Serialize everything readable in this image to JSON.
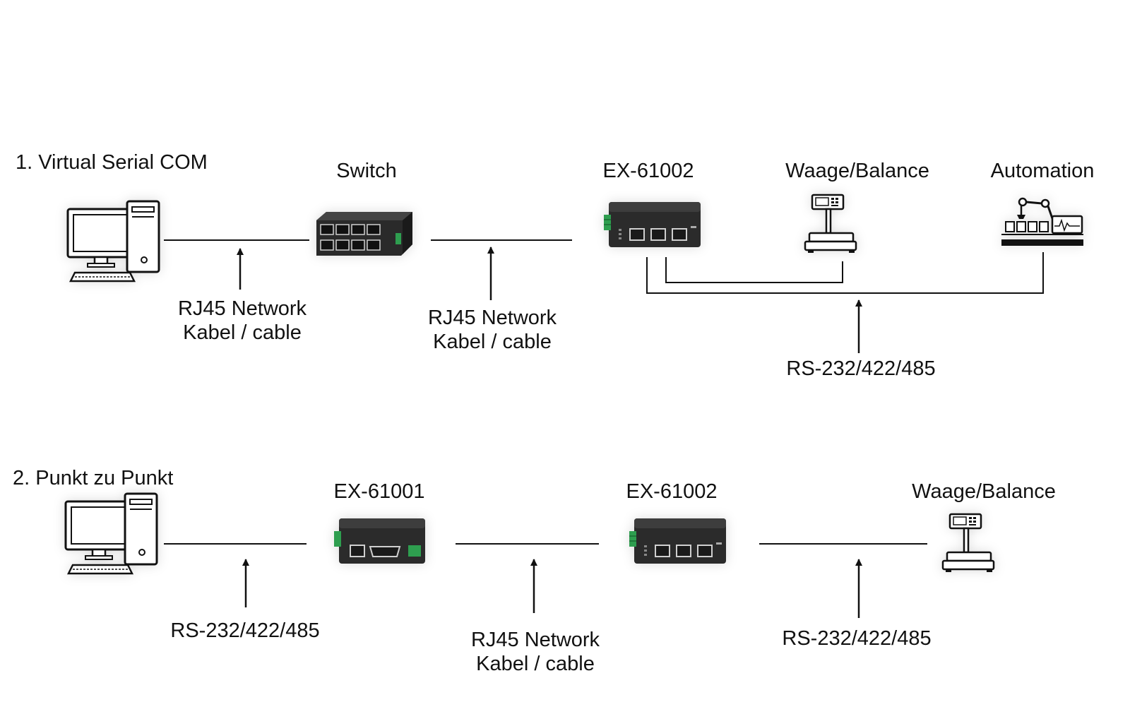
{
  "section1": {
    "title": "1. Virtual Serial COM",
    "switch_label": "Switch",
    "device_label": "EX-61002",
    "scale_label": "Waage/Balance",
    "automation_label": "Automation",
    "cable1": {
      "line1": "RJ45 Network",
      "line2": "Kabel / cable"
    },
    "cable2": {
      "line1": "RJ45 Network",
      "line2": "Kabel / cable"
    },
    "serial_label": "RS-232/422/485"
  },
  "section2": {
    "title": "2. Punkt zu Punkt",
    "device1_label": "EX-61001",
    "device2_label": "EX-61002",
    "scale_label": "Waage/Balance",
    "serial_left": "RS-232/422/485",
    "cable": {
      "line1": "RJ45 Network",
      "line2": "Kabel / cable"
    },
    "serial_right": "RS-232/422/485"
  },
  "icons": {
    "computer": "computer-icon",
    "switch": "network-switch-icon",
    "converter": "serial-server-icon",
    "scale": "scale-icon",
    "automation": "robot-arm-icon"
  },
  "colors": {
    "line": "#111111",
    "device_body": "#2b2b2b",
    "terminal": "#2e9e4f"
  }
}
